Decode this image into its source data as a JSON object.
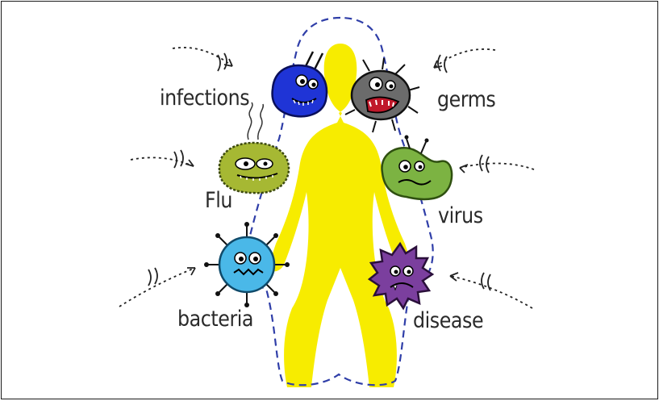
{
  "labels": {
    "infections": "infections",
    "germs": "germs",
    "flu": "Flu",
    "virus": "virus",
    "bacteria": "bacteria",
    "disease": "disease"
  },
  "colors": {
    "body": "#f7ec00",
    "barrier": "#2f3ea8",
    "infections_germ": "#1f34d6",
    "germs_germ": "#6b6b6b",
    "flu_germ": "#a6b833",
    "virus_germ": "#7cb342",
    "bacteria_germ": "#4ab8e8",
    "disease_germ": "#7b3f9e",
    "arrow": "#222222"
  },
  "icons": [
    "human-body-silhouette",
    "protective-barrier-outline",
    "germ-character",
    "incoming-dotted-arrow"
  ]
}
